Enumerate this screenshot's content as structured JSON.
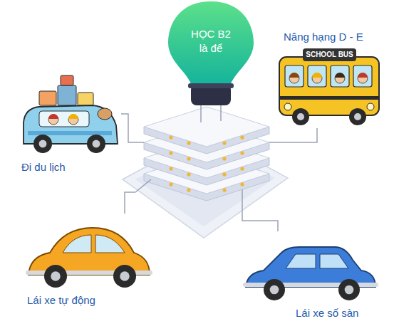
{
  "diagram": {
    "nodes": [
      {
        "text": [
          "HỌC B2 là để"
        ]
      },
      {
        "text": [
          "Nâng hạng D - E"
        ]
      },
      {
        "text": [
          "Đi du lịch"
        ]
      },
      {
        "text": [
          "Lái xe tự động"
        ]
      },
      {
        "text": [
          "Lái xe số sàn"
        ]
      }
    ],
    "edges": [
      {
        "from": 0,
        "to": 1,
        "arrow": "none"
      },
      {
        "from": 0,
        "to": 2,
        "arrow": "none"
      },
      {
        "from": 0,
        "to": 3,
        "arrow": "none"
      },
      {
        "from": 0,
        "to": 4,
        "arrow": "none"
      }
    ],
    "labels": [
      "SCHOOL BUS"
    ]
  }
}
